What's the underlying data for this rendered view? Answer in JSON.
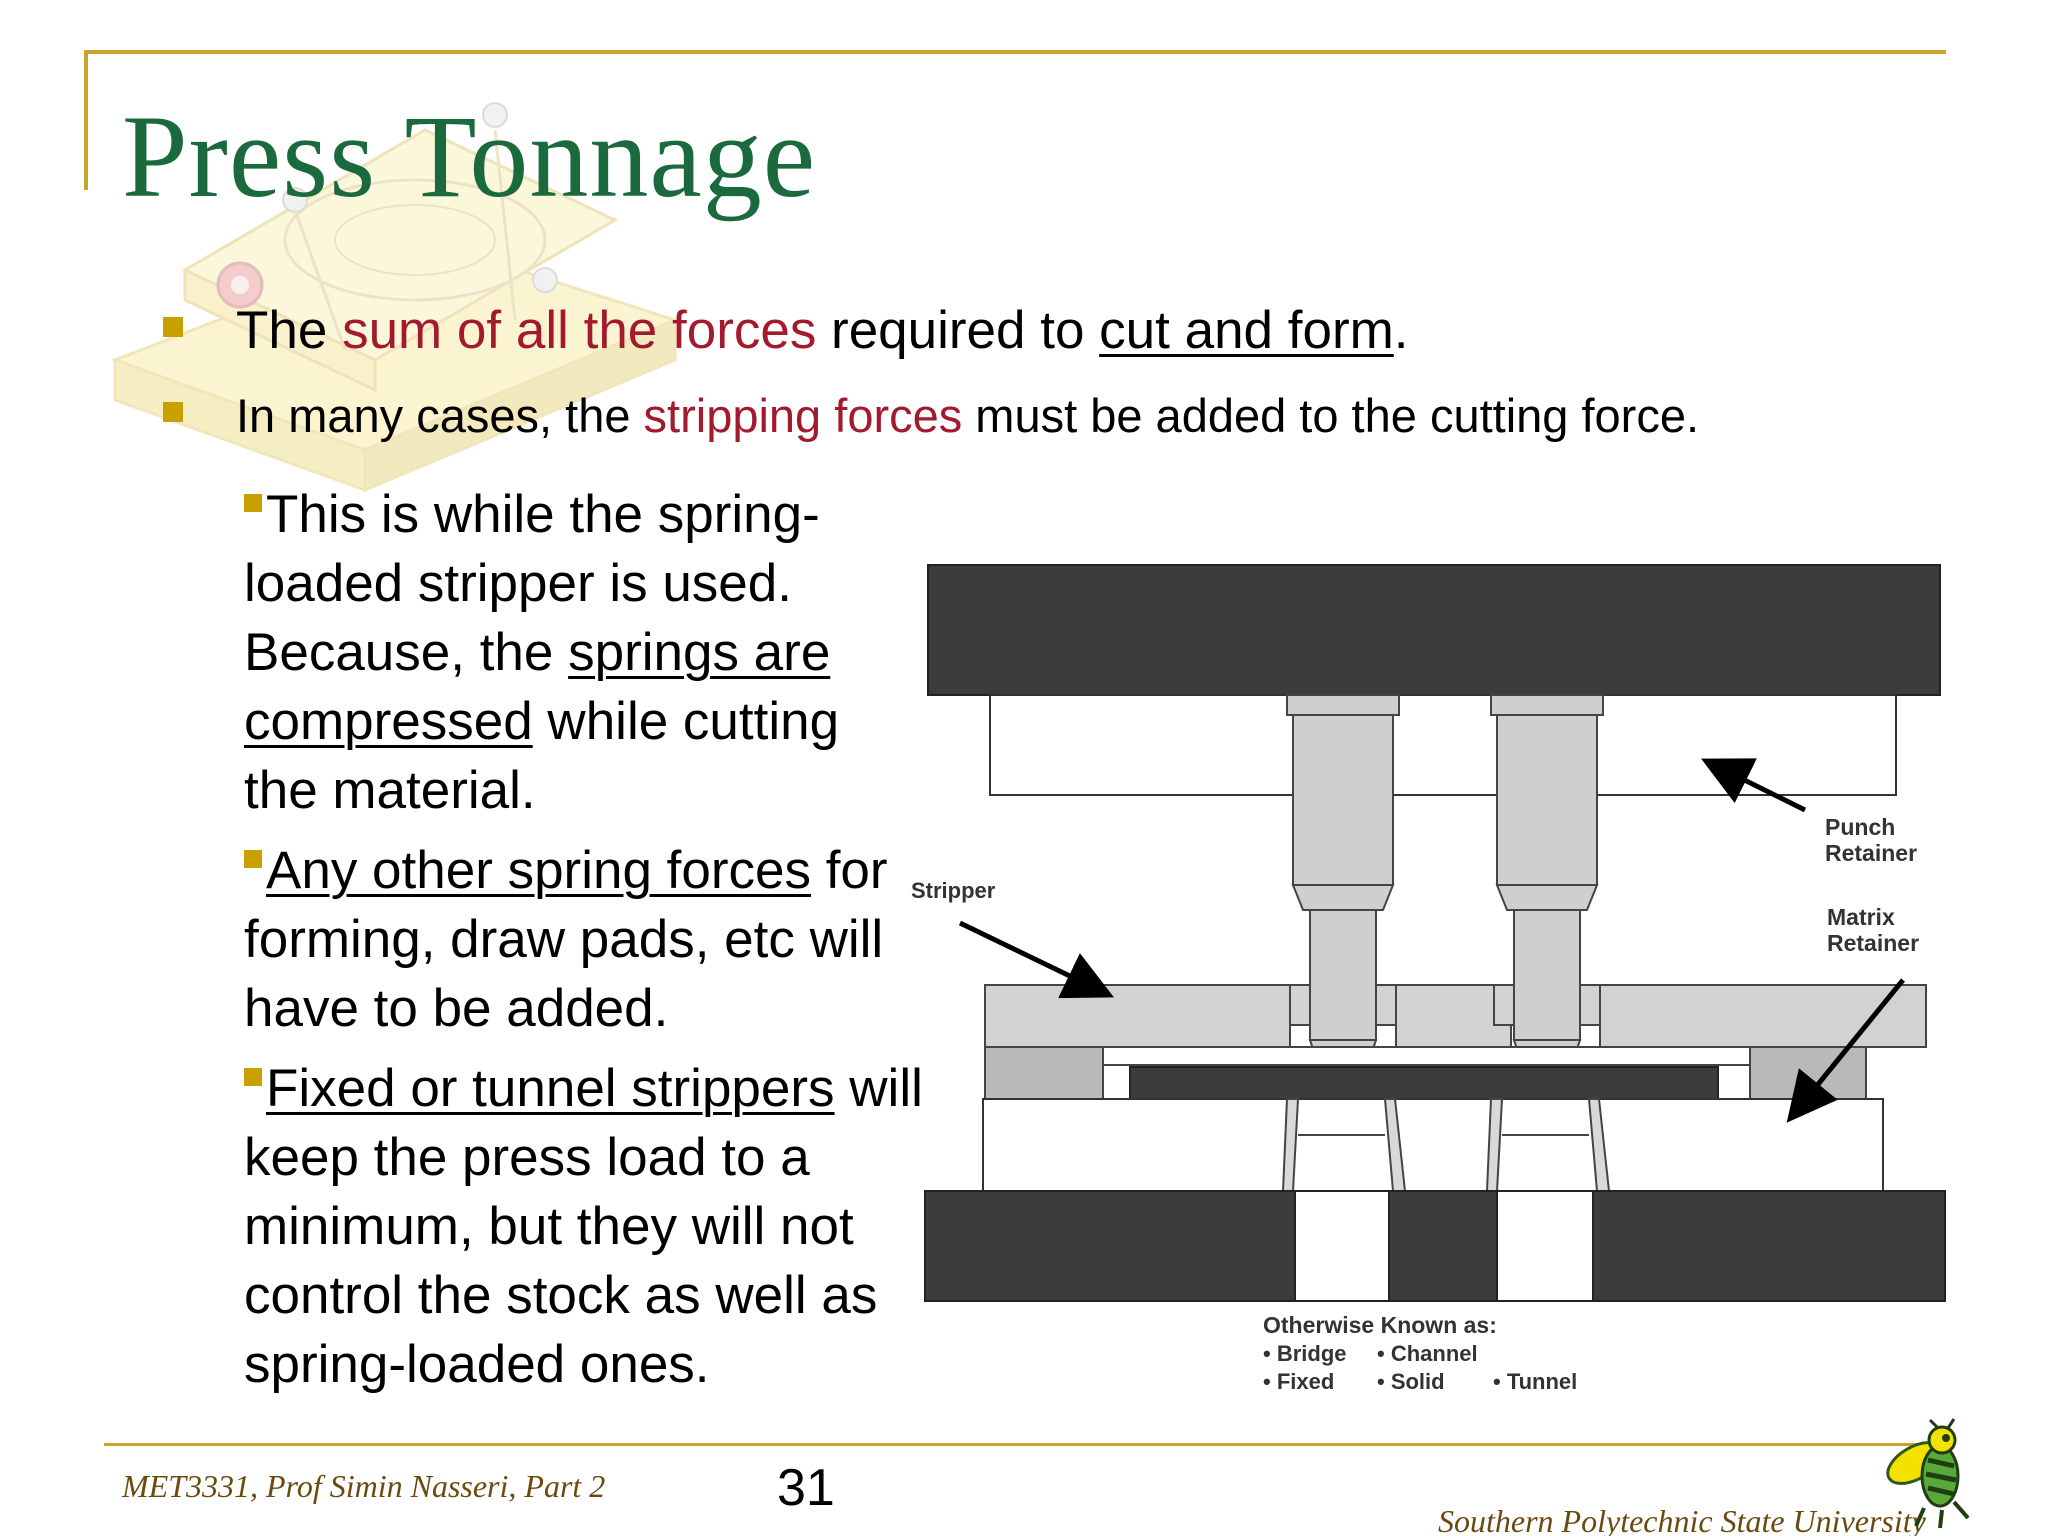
{
  "slide": {
    "title": "Press Tonnage",
    "bullets": [
      {
        "p1": "The ",
        "p2": "sum of all the forces",
        "p3": " required to ",
        "p4": "cut and form",
        "p5": "."
      },
      {
        "p1": "In many cases, the ",
        "p2": "stripping forces",
        "p3": " must be added to the cutting force."
      }
    ],
    "subbullets": {
      "s1": {
        "a": "This is while the spring-loaded stripper is used. Because, the ",
        "b": "springs are compressed",
        "c": " while cutting the material."
      },
      "s2": {
        "a": "Any other spring forces",
        "b": " for forming, draw pads, etc will have to be added."
      },
      "s3": {
        "a": "Fixed or tunnel strippers",
        "b": " will keep the press load to a minimum, but they will not control the stock as well as spring-loaded ones."
      }
    }
  },
  "diagram": {
    "labels": {
      "stripper": "Stripper",
      "punch_retainer_1": "Punch",
      "punch_retainer_2": "Retainer",
      "matrix_retainer_1": "Matrix",
      "matrix_retainer_2": "Retainer"
    },
    "known_as": {
      "heading": "Otherwise Known as:",
      "row1": [
        "• Bridge",
        "• Channel"
      ],
      "row2": [
        "• Fixed",
        "• Solid",
        "• Tunnel"
      ]
    }
  },
  "footer": {
    "course": "MET3331, Prof Simin Nasseri, Part 2",
    "page_number": "31",
    "university": "Southern Polytechnic State University"
  },
  "colors": {
    "title_green": "#1b6a3e",
    "accent_red": "#a31a2e",
    "rule_gold": "#c8a52a",
    "bullet_gold": "#c8a000",
    "footer_brown": "#6a4a10"
  },
  "icons": [
    "bullet-square-icon",
    "arrow-icon",
    "hornet-logo-icon"
  ]
}
